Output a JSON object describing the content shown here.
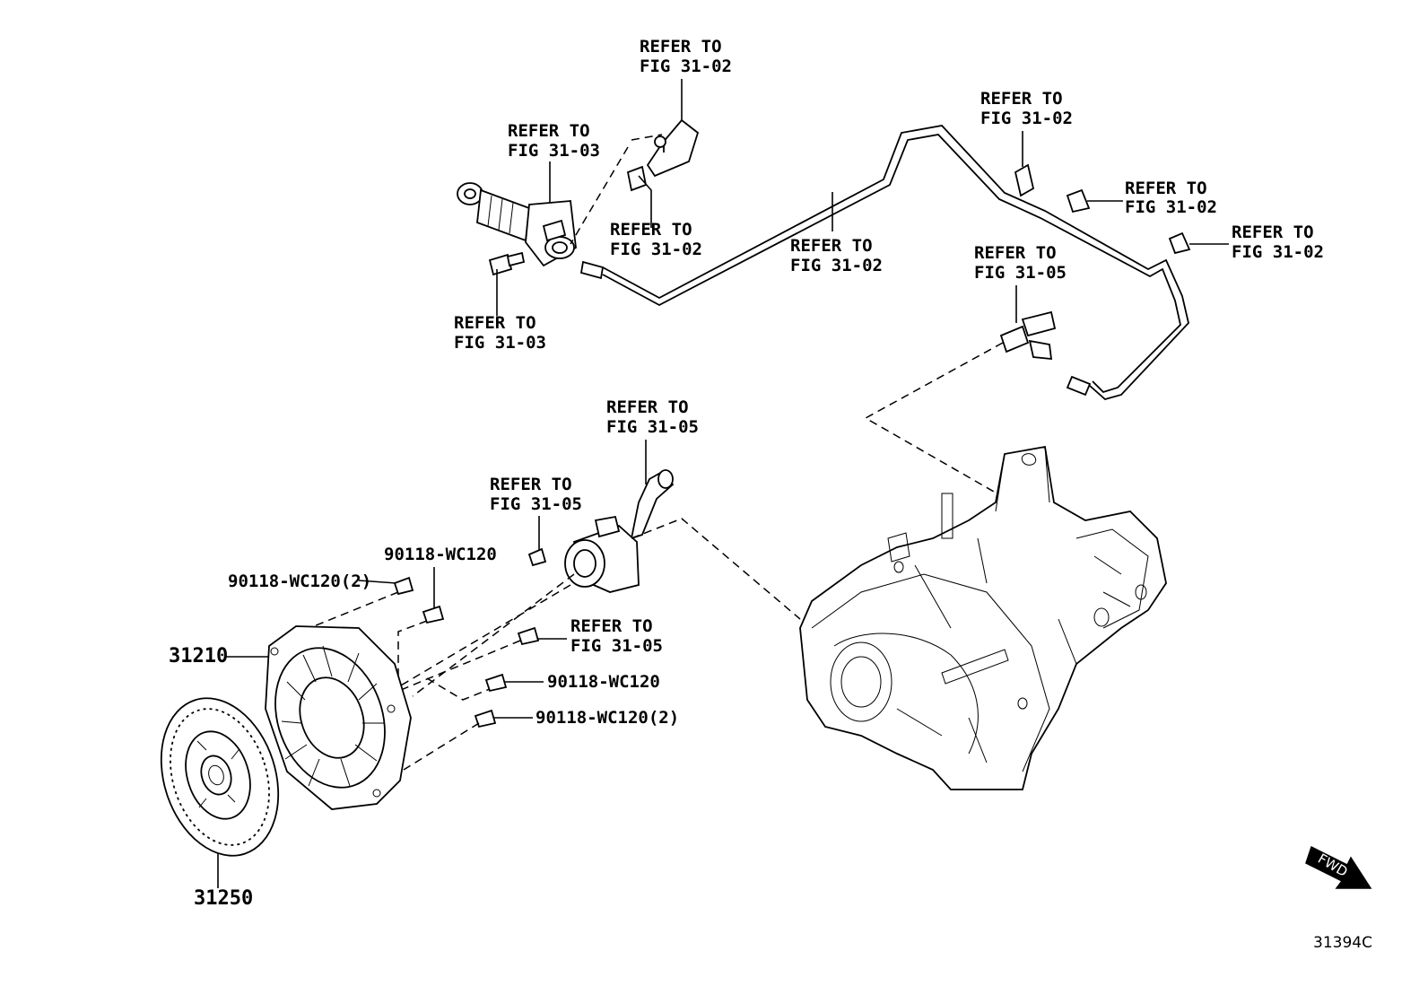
{
  "refs": {
    "r1": [
      "REFER TO",
      "FIG 31-02"
    ],
    "r2": [
      "REFER TO",
      "FIG 31-03"
    ],
    "r3": [
      "REFER TO",
      "FIG 31-02"
    ],
    "r4": [
      "REFER TO",
      "FIG 31-03"
    ],
    "r5": [
      "REFER TO",
      "FIG 31-02"
    ],
    "r6": [
      "REFER TO",
      "FIG 31-02"
    ],
    "r7": [
      "REFER TO",
      "FIG 31-02"
    ],
    "r8": [
      "REFER TO",
      "FIG 31-02"
    ],
    "r9": [
      "REFER TO",
      "FIG 31-05"
    ],
    "r10": [
      "REFER TO",
      "FIG 31-05"
    ],
    "r11": [
      "REFER TO",
      "FIG 31-05"
    ],
    "r12": [
      "REFER TO",
      "FIG 31-05"
    ]
  },
  "parts": {
    "bolt_a": "90118-WC120(2)",
    "bolt_b": "90118-WC120",
    "bolt_c": "90118-WC120",
    "bolt_d": "90118-WC120(2)",
    "cover": "31210",
    "disc": "31250"
  },
  "direction": "FWD",
  "figure_id": "31394C"
}
